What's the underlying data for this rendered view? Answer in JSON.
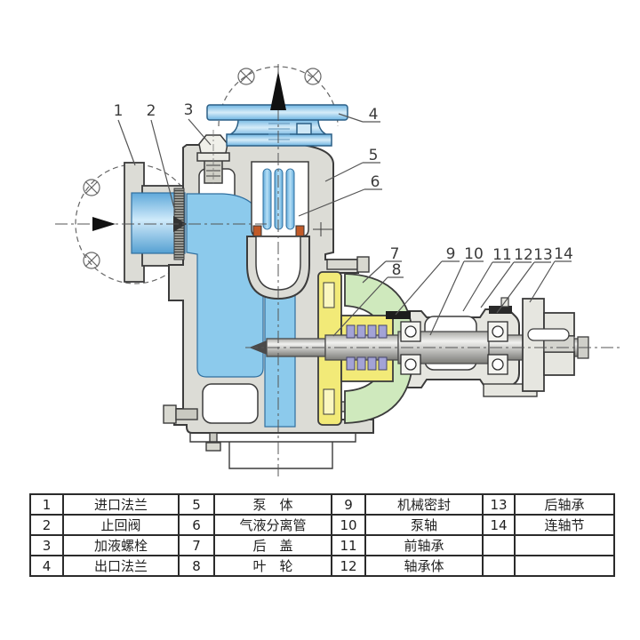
{
  "diagram": {
    "title_hint": "self-priming pump cross-section",
    "callouts": [
      {
        "n": "1",
        "part": "进口法兰"
      },
      {
        "n": "2",
        "part": "止回阀"
      },
      {
        "n": "3",
        "part": "加液螺栓"
      },
      {
        "n": "4",
        "part": "出口法兰"
      },
      {
        "n": "5",
        "part": "泵体"
      },
      {
        "n": "6",
        "part": "气液分离管"
      },
      {
        "n": "7",
        "part": "后盖"
      },
      {
        "n": "8",
        "part": "叶轮"
      },
      {
        "n": "9",
        "part": "机械密封"
      },
      {
        "n": "10",
        "part": "泵轴"
      },
      {
        "n": "11",
        "part": "前轴承"
      },
      {
        "n": "12",
        "part": "轴承体"
      },
      {
        "n": "13",
        "part": "后轴承"
      },
      {
        "n": "14",
        "part": "连轴节"
      }
    ],
    "colors": {
      "casing_gray": "#dcdcd6",
      "liquid_blue": "#8ccaec",
      "flange_blue": "#7fc0e6",
      "impeller_yellow": "#f2ea78",
      "rear_cover_green": "#cfe9bd",
      "seal_purple": "#a3a3d6",
      "valve_seat_orange": "#c05a28",
      "outline": "#3c3c3c"
    }
  },
  "table": {
    "rows": [
      [
        "1",
        "进口法兰",
        "5",
        "泵　体",
        "9",
        "机械密封",
        "13",
        "后轴承"
      ],
      [
        "2",
        "止回阀",
        "6",
        "气液分离管",
        "10",
        "泵轴",
        "14",
        "连轴节"
      ],
      [
        "3",
        "加液螺栓",
        "7",
        "后　盖",
        "11",
        "前轴承",
        "",
        ""
      ],
      [
        "4",
        "出口法兰",
        "8",
        "叶　轮",
        "12",
        "轴承体",
        "",
        ""
      ]
    ]
  }
}
